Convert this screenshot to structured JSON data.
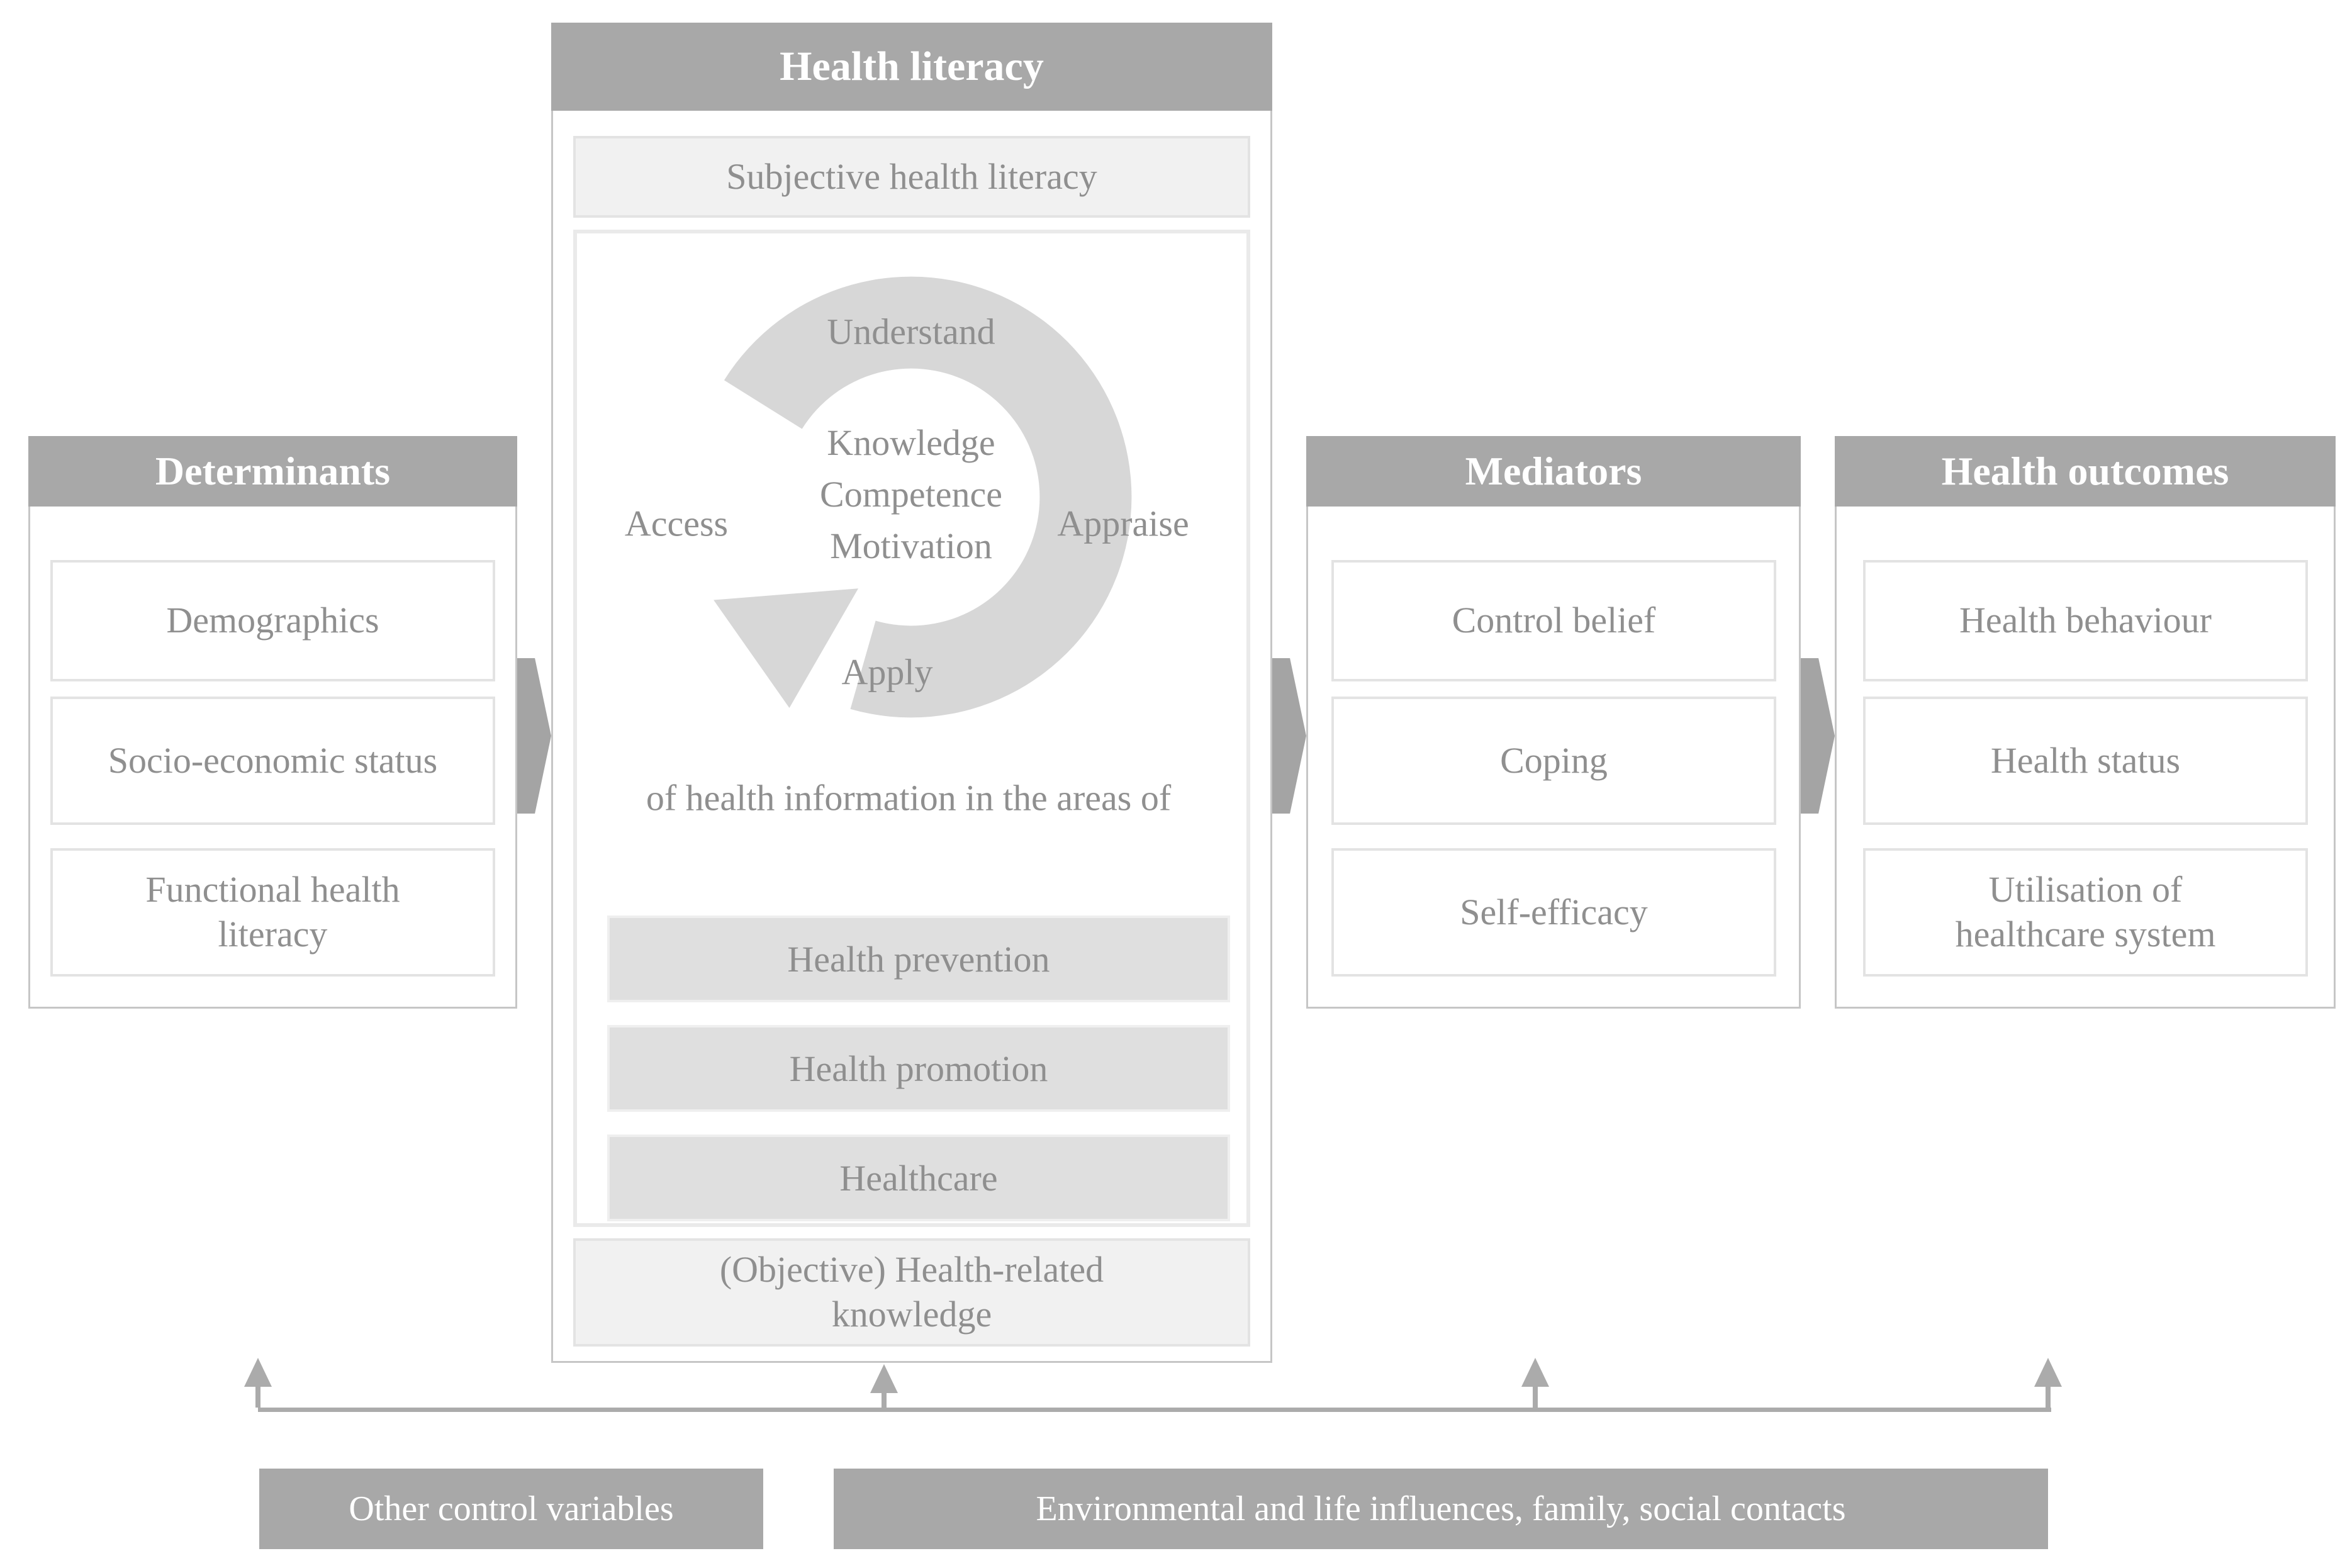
{
  "figure": {
    "columns": {
      "determinants": {
        "title": "Determinants",
        "items": [
          "Demographics",
          "Socio-economic status",
          "Functional health literacy"
        ]
      },
      "health_literacy": {
        "title": "Health literacy",
        "subjective_box": "Subjective health literacy",
        "cycle": {
          "top": "Understand",
          "right": "Appraise",
          "bottom": "Apply",
          "left": "Access",
          "core": [
            "Knowledge",
            "Competence",
            "Motivation"
          ]
        },
        "caption": "of health information in the areas of",
        "areas": [
          "Health prevention",
          "Health promotion",
          "Healthcare"
        ],
        "objective_box": "(Objective) Health-related knowledge"
      },
      "mediators": {
        "title": "Mediators",
        "items": [
          "Control belief",
          "Coping",
          "Self-efficacy"
        ]
      },
      "health_outcomes": {
        "title": "Health outcomes",
        "items": [
          "Health behaviour",
          "Health status",
          "Utilisation of healthcare system"
        ]
      }
    },
    "footer": {
      "other_controls": "Other control variables",
      "environment": "Environmental and life influences, family, social contacts"
    },
    "colors": {
      "header_bar": "#a8a8a8",
      "flow_arrow": "#a4a4a4",
      "cycle_arc": "#d7d7d7",
      "light_box": "#f1f1f1",
      "area_box": "#dfdfdf",
      "text": "#8f8f8f",
      "feedback_line": "#ababab"
    }
  }
}
